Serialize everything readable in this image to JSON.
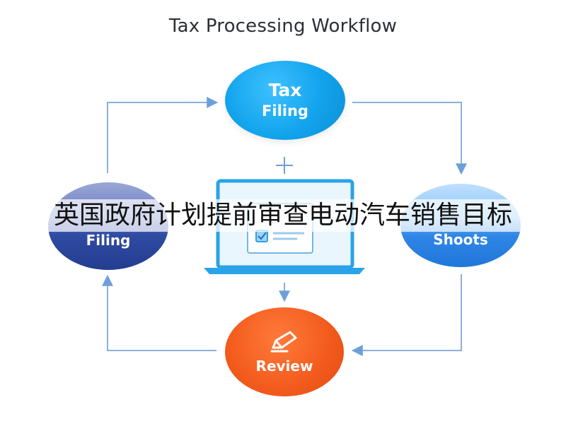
{
  "title": "Tax Processing Workflow",
  "nodes": {
    "top": {
      "line1": "Tax",
      "line2": "Filing",
      "color": "#12a3ec"
    },
    "left": {
      "label": "Filing",
      "color": "#2f4ba3"
    },
    "right": {
      "label": "Shoots",
      "color": "#2f86e6"
    },
    "bottom": {
      "label": "Review",
      "icon": "pencil-tag-icon",
      "color": "#f25a1c"
    }
  },
  "center": {
    "icon": "laptop-checklist-icon",
    "plus_icon": "plus-icon"
  },
  "banner": {
    "text": "英国政府计划提前审查电动汽车销售目标"
  },
  "colors": {
    "arrow": "#6ea0d8",
    "laptop": "#2aa3e8"
  }
}
